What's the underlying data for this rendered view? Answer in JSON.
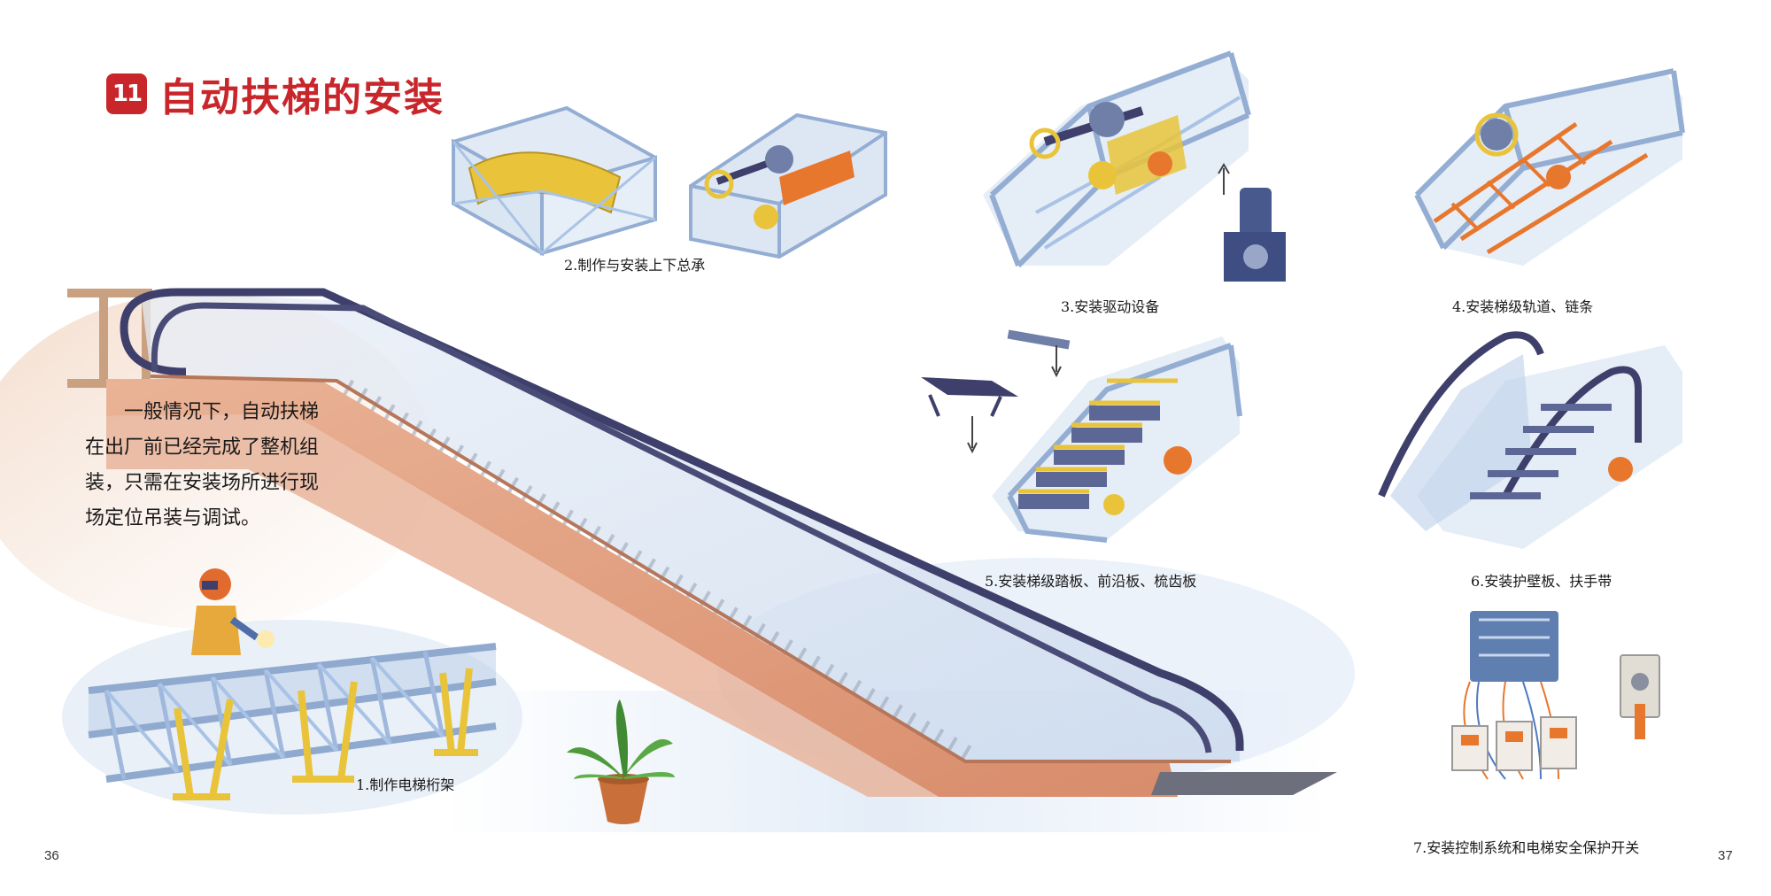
{
  "title": {
    "badge": "11",
    "text": "自动扶梯的安装"
  },
  "intro": {
    "lines": [
      "一般情况下，自动扶梯",
      "在出厂前已经完成了整机组",
      "装，只需在安装场所进行现",
      "场定位吊装与调试。"
    ]
  },
  "steps": [
    {
      "caption": "1.制作电梯桁架"
    },
    {
      "caption": "2.制作与安装上下总承"
    },
    {
      "caption": "3.安装驱动设备"
    },
    {
      "caption": "4.安装梯级轨道、链条"
    },
    {
      "caption": "5.安装梯级踏板、前沿板、梳齿板"
    },
    {
      "caption": "6.安装护壁板、扶手带"
    },
    {
      "caption": "7.安装控制系统和电梯安全保护开关"
    }
  ],
  "page_numbers": {
    "left": "36",
    "right": "37"
  },
  "colors": {
    "accent": "#c8262b",
    "truss": "#a9c3e6",
    "escalator_side": "#e3a486",
    "handrail": "#3e3f6b",
    "orange": "#e8772e",
    "yellow": "#e9c43a"
  }
}
